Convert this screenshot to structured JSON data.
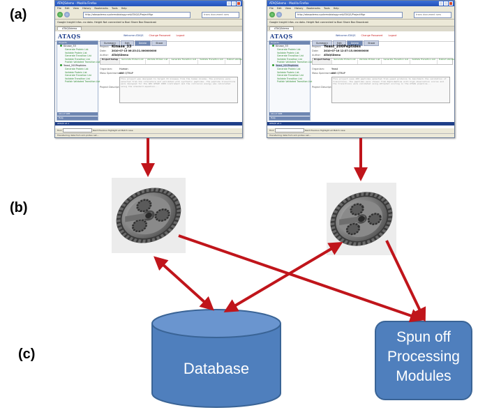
{
  "panels": {
    "a": "(a)",
    "b": "(b)",
    "c": "(c)"
  },
  "browser": {
    "title": "ATAQSdemo - Mozilla Firefox",
    "menus": [
      "File",
      "Edit",
      "View",
      "History",
      "Bookmarks",
      "Tools",
      "Help"
    ],
    "url": "http://ataqsdemo.systemsbiology.net/ATAQS/ProjectMgr",
    "search_placeholder": "trans document sers",
    "toolbar_text": "Google  Insight Infos  -no data-  Height  Not connected to Boxi   Share Box  Broadcast",
    "tab_label": "ATAQSdemo",
    "logo": "ATAQS",
    "welcome": "Welcome ATAQS",
    "change_password": "Change Password",
    "logout": "Logout",
    "sidebar_header": "Projects",
    "sidebar_footer_1": "About SRM",
    "sidebar_footer_2": "Help",
    "subtabs": [
      "Summary",
      "Edit",
      "Delete",
      "Share"
    ],
    "workflow_steps": [
      "Project Setup",
      "Generate Protein List",
      "Validate Protein List",
      "Generate Transition List",
      "Validate Transition List",
      "Publish Validated Transition List"
    ],
    "field_labels": {
      "project": "Project:",
      "date": "Date:",
      "author": "Author:",
      "organism": "Organism:",
      "mass_spec": "Mass Spectrometer:",
      "description": "Project Description:"
    },
    "status": "ATAQS v0.1",
    "find_label": "Find:",
    "find_options": "Next  Previous  Highlight all  Match case",
    "done_text": "Transferring data from srm.proteo.net..."
  },
  "windows": [
    {
      "project_name": "Kinase_33",
      "date": "2010-07-15 06:23:21.000000000",
      "author": "ATAQSDemo",
      "organism": "Human",
      "mass_spec": "AB3 QTRAP",
      "description_text": "This project was designed to target 33 kinases from the human kinome. The proteins were selected from the literature and validated with synthetic peptides. The peptide transitions were designed for the ABI QTRAP 4000 instrument and the collision energy was calculated using the standard equation...",
      "sidebar_projects": [
        {
          "name": "Kinase_33",
          "items": [
            "Generate Protein List",
            "Validate Protein List",
            "Generate Transition List",
            "Validate Transition List",
            "Publish Validated Transition List"
          ]
        },
        {
          "name": "Yeast_200Peptides",
          "items": [
            "Generate Protein List",
            "Validate Protein List",
            "Generate Transition List",
            "Validate Transition List",
            "Publish Validated Transition List"
          ]
        }
      ]
    },
    {
      "project_name": "Yeast_200Peptides",
      "date": "2010-07-16 12:37:15.000000000",
      "author": "ATAQSDemo",
      "organism": "Yeast",
      "mass_spec": "AB3 QTRAP",
      "description_text": "This project uses 200 peptides selected from yeast proteins to benchmark the validation of transitions. The peptides were chosen from PeptideAtlas with high observation scores and the transitions were validated using mProphet scoring in the ATAQS pipeline...",
      "sidebar_projects": [
        {
          "name": "Kinase_33",
          "items": []
        },
        {
          "name": "Yeast_200Peptides",
          "items": [
            "Generate Protein List",
            "Validate Protein List",
            "Generate Transition List",
            "Validate Transition List",
            "Publish Validated Transition List"
          ]
        }
      ]
    }
  ],
  "nodes": {
    "database": "Database",
    "modules": [
      "Spun off",
      "Processing",
      "Modules"
    ]
  },
  "colors": {
    "arrow": "#c0151b",
    "shape_fill": "#4f7fbd",
    "shape_stroke": "#3a6496",
    "firefox_title": "#2452b8"
  }
}
